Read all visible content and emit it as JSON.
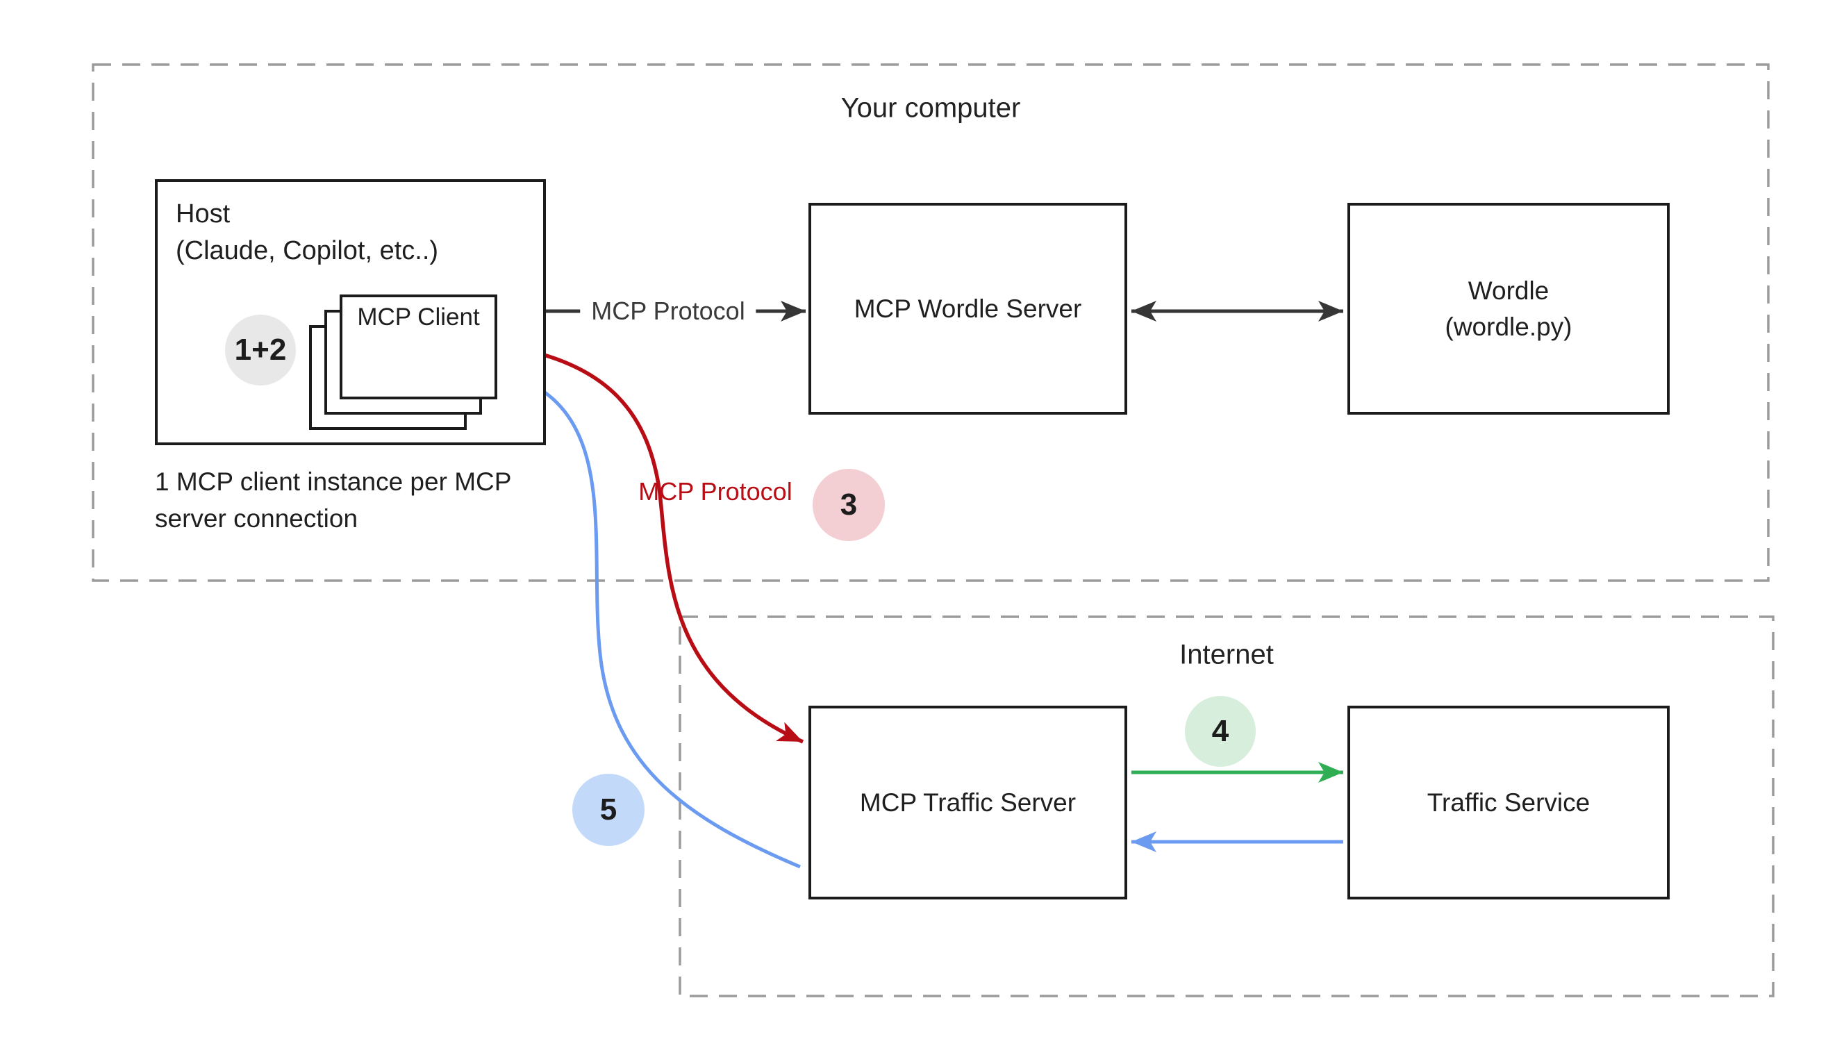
{
  "groups": {
    "computer": {
      "label": "Your computer"
    },
    "internet": {
      "label": "Internet"
    }
  },
  "nodes": {
    "host": {
      "title": "Host",
      "subtitle": "(Claude, Copilot, etc..)"
    },
    "mcp_client": {
      "label": "MCP Client"
    },
    "wordle_server": {
      "label": "MCP Wordle Server"
    },
    "wordle": {
      "line1": "Wordle",
      "line2": "(wordle.py)"
    },
    "traffic_server": {
      "label": "MCP Traffic Server"
    },
    "traffic_service": {
      "label": "Traffic Service"
    }
  },
  "labels": {
    "mcp_protocol_top": "MCP Protocol",
    "mcp_protocol_red": "MCP Protocol"
  },
  "note": {
    "line1": "1 MCP client instance per MCP",
    "line2": "server connection"
  },
  "badges": [
    {
      "label": "1+2",
      "meaning": "steps 1 and 2",
      "color": "#e8e8e8"
    },
    {
      "label": "3",
      "meaning": "step 3",
      "color": "#f3ced2"
    },
    {
      "label": "4",
      "meaning": "step 4",
      "color": "#d6eedb"
    },
    {
      "label": "5",
      "meaning": "step 5",
      "color": "#c2d9f9"
    }
  ],
  "colors": {
    "red_arrow": "#b90d15",
    "blue_arrow": "#6b9bf0",
    "green_arrow": "#2fae54",
    "dark_arrow": "#363636",
    "box_border": "#1b1b1b",
    "dash_border": "#9b9b9b",
    "badge_gray": "#e8e8e8",
    "badge_pink": "#f3ced2",
    "badge_green": "#d6eedb",
    "badge_blue": "#c2d9f9"
  }
}
